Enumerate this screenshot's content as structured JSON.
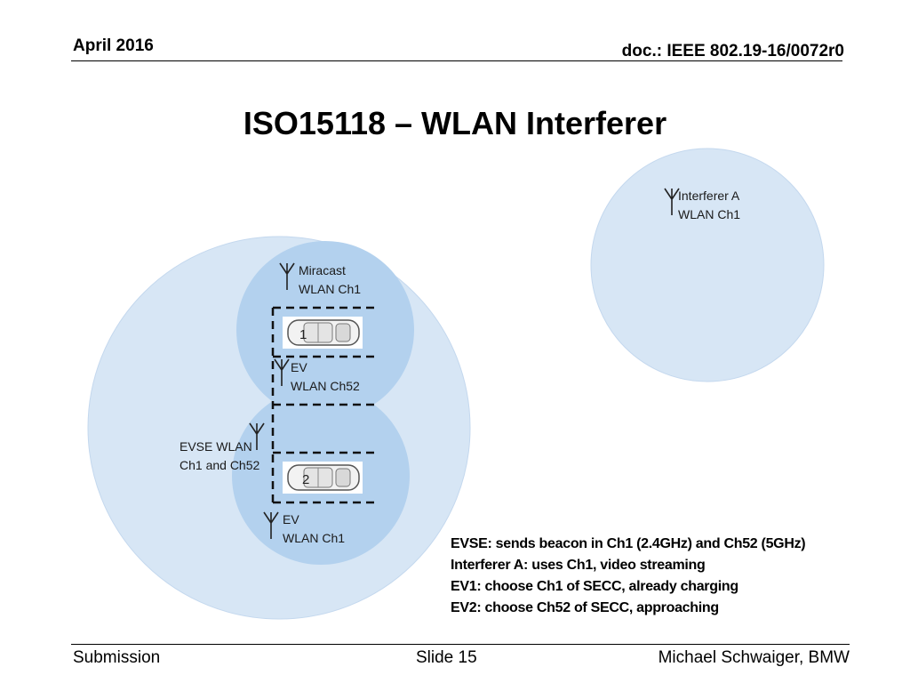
{
  "header": {
    "date": "April 2016",
    "doc": "doc.: IEEE 802.19-16/0072r0"
  },
  "title": "ISO15118 – WLAN Interferer",
  "diagram": {
    "interferer": {
      "line1": "Interferer A",
      "line2": "WLAN Ch1"
    },
    "miracast": {
      "line1": "Miracast",
      "line2": "WLAN Ch1"
    },
    "ev1": {
      "line1": "EV",
      "line2": "WLAN Ch52"
    },
    "evse": {
      "line1": "EVSE WLAN",
      "line2": "Ch1 and Ch52"
    },
    "ev2": {
      "line1": "EV",
      "line2": "WLAN Ch1"
    },
    "slot1": "1",
    "slot2": "2",
    "colors": {
      "outer_circle": "#d7e6f5",
      "inner_circle": "#b3d1ee",
      "accent": "#000000"
    },
    "icons": [
      "antenna-icon",
      "car-icon"
    ]
  },
  "legend": [
    "EVSE:  sends beacon in Ch1 (2.4GHz) and Ch52 (5GHz)",
    "Interferer A: uses Ch1, video streaming",
    "EV1: choose Ch1 of SECC, already charging",
    "EV2: choose Ch52 of SECC, approaching"
  ],
  "footer": {
    "left": "Submission",
    "center": "Slide 15",
    "right": "Michael Schwaiger, BMW"
  }
}
